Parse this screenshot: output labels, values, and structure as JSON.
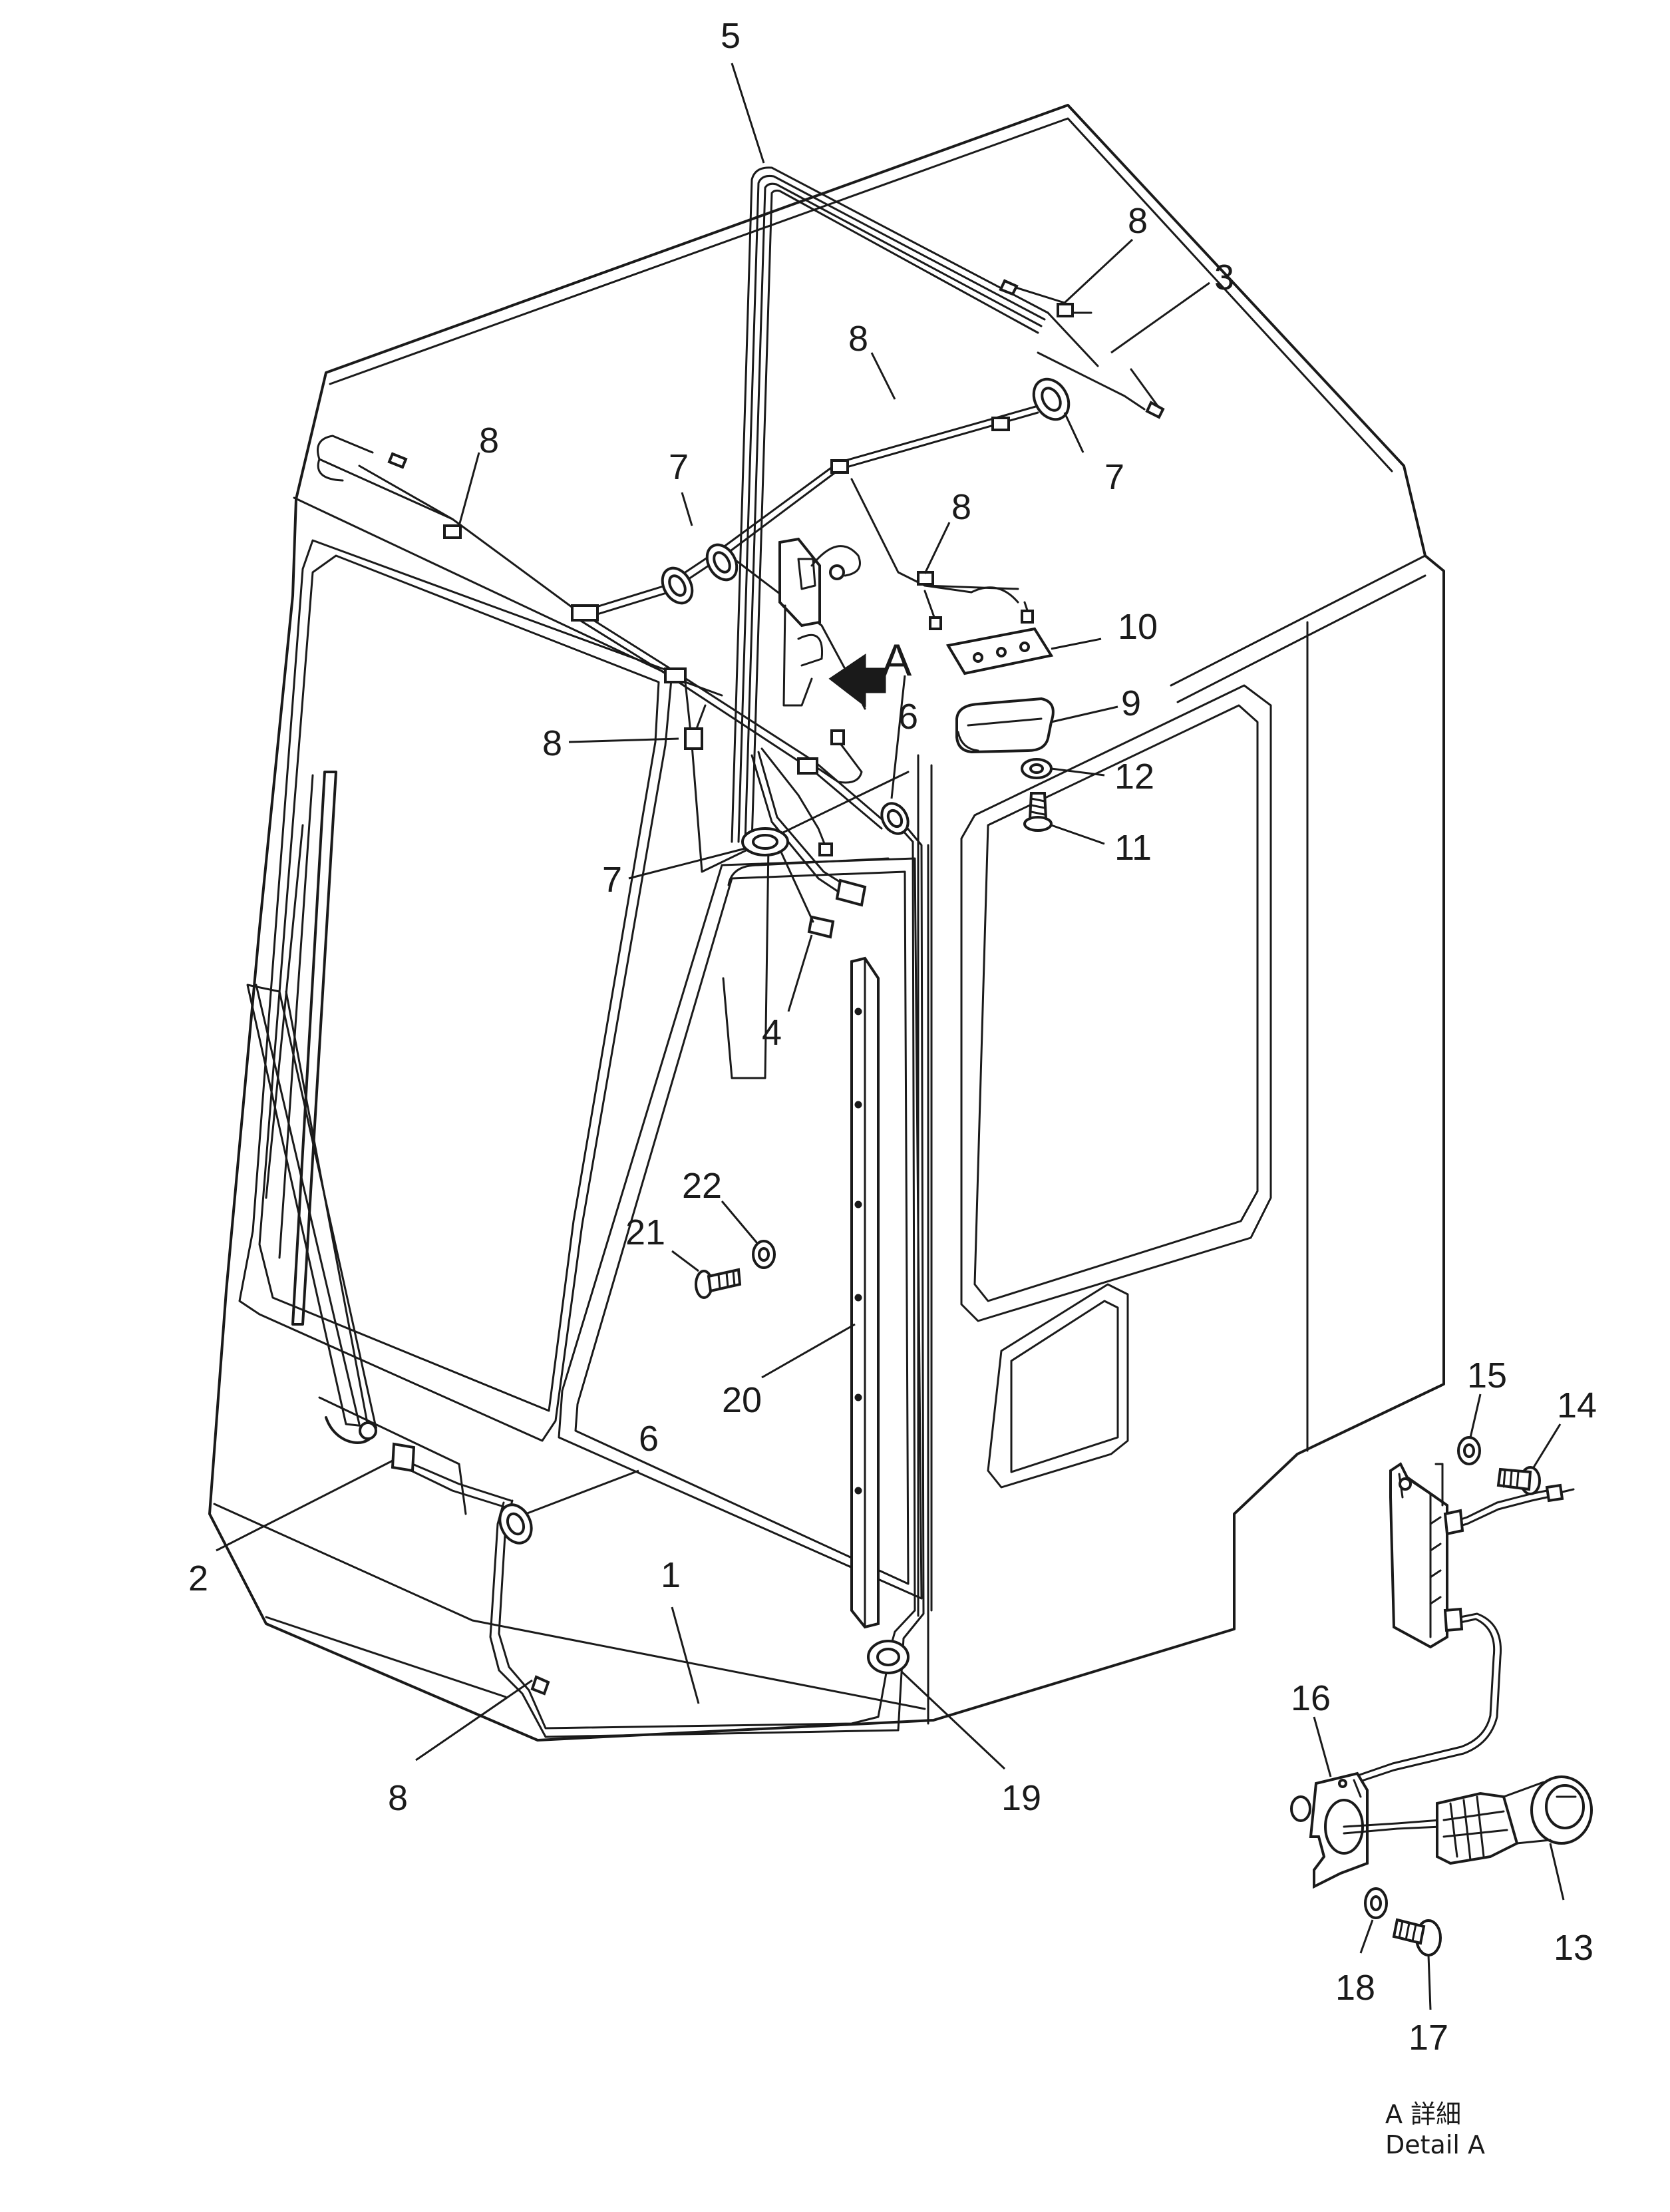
{
  "view_marker": "A",
  "detail_caption": {
    "line1": "A 詳細",
    "line2": "Detail A"
  },
  "callouts": [
    {
      "id": "c5",
      "text": "5"
    },
    {
      "id": "c8a",
      "text": "8"
    },
    {
      "id": "c3",
      "text": "3"
    },
    {
      "id": "c8b",
      "text": "8"
    },
    {
      "id": "c8c",
      "text": "8"
    },
    {
      "id": "c7a",
      "text": "7"
    },
    {
      "id": "c7b",
      "text": "7"
    },
    {
      "id": "c8d",
      "text": "8"
    },
    {
      "id": "c10",
      "text": "10"
    },
    {
      "id": "c9",
      "text": "9"
    },
    {
      "id": "c6a",
      "text": "6"
    },
    {
      "id": "c8e",
      "text": "8"
    },
    {
      "id": "c12",
      "text": "12"
    },
    {
      "id": "c11",
      "text": "11"
    },
    {
      "id": "c7c",
      "text": "7"
    },
    {
      "id": "c4",
      "text": "4"
    },
    {
      "id": "c22",
      "text": "22"
    },
    {
      "id": "c21",
      "text": "21"
    },
    {
      "id": "c20",
      "text": "20"
    },
    {
      "id": "c6b",
      "text": "6"
    },
    {
      "id": "c2",
      "text": "2"
    },
    {
      "id": "c1",
      "text": "1"
    },
    {
      "id": "c8f",
      "text": "8"
    },
    {
      "id": "c19",
      "text": "19"
    },
    {
      "id": "c15",
      "text": "15"
    },
    {
      "id": "c14",
      "text": "14"
    },
    {
      "id": "c16",
      "text": "16"
    },
    {
      "id": "c13",
      "text": "13"
    },
    {
      "id": "c18",
      "text": "18"
    },
    {
      "id": "c17",
      "text": "17"
    }
  ]
}
